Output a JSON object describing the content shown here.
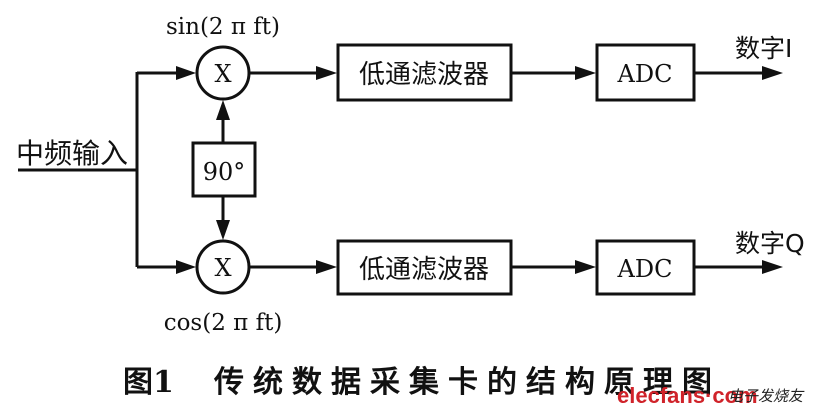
{
  "diagram": {
    "input_label": "中频输入",
    "phase_shifter_label": "90°",
    "top_branch": {
      "mixer_label": "X",
      "oscillator_label": "sin(2 π ft)",
      "filter_label": "低通滤波器",
      "adc_label": "ADC",
      "output_label": "数字I"
    },
    "bottom_branch": {
      "mixer_label": "X",
      "oscillator_label": "cos(2 π ft)",
      "filter_label": "低通滤波器",
      "adc_label": "ADC",
      "output_label": "数字Q"
    }
  },
  "caption": {
    "figure_number": "图1",
    "title": "传统数据采集卡的结构原理图"
  },
  "watermark": {
    "brand": "elecfans·com",
    "brand_cn": "电子发烧友"
  }
}
